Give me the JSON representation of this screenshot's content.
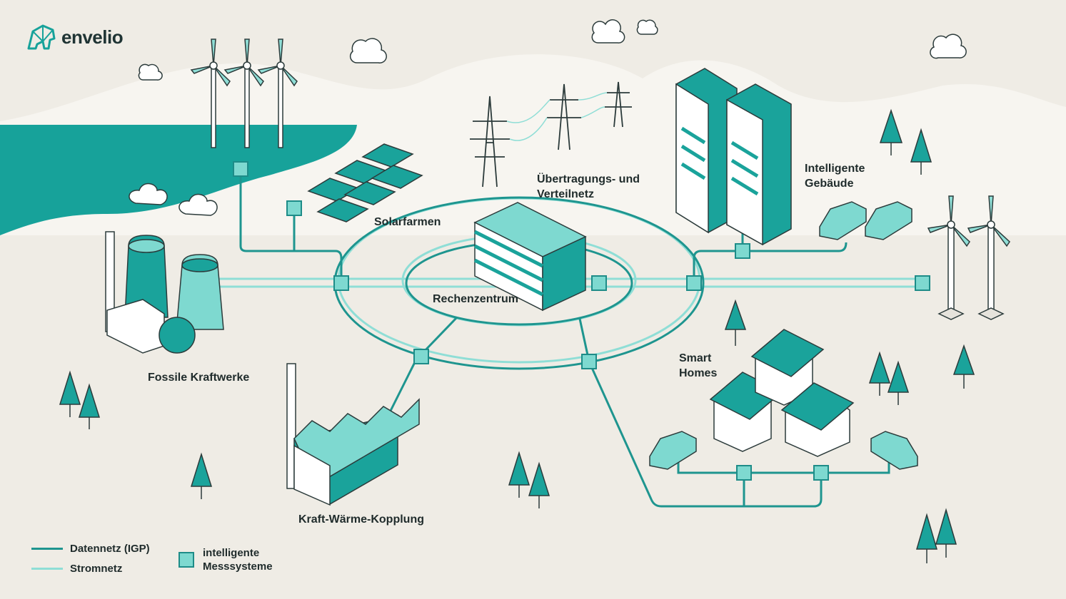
{
  "brand": {
    "name": "envelio"
  },
  "labels": {
    "transmission": [
      "Übertragungs- und",
      "Verteilnetz"
    ],
    "buildings": [
      "Intelligente",
      "Gebäude"
    ],
    "solar": "Solarfarmen",
    "datacenter": "Rechenzentrum",
    "fossil": "Fossile Kraftwerke",
    "smarthomes": [
      "Smart",
      "Homes"
    ],
    "chp": "Kraft-Wärme-Kopplung"
  },
  "legend": {
    "data_network": "Datennetz (IGP)",
    "power_network": "Stromnetz",
    "meters": [
      "intelligente",
      "Messsysteme"
    ]
  },
  "colors": {
    "background": "#efece5",
    "hills": "#f6f4ef",
    "sea": "#1aa39b",
    "data_line": "#1e958f",
    "power_line": "#8fded6",
    "meter_fill": "#7ed9d0",
    "dark": "#1f2b2b"
  }
}
